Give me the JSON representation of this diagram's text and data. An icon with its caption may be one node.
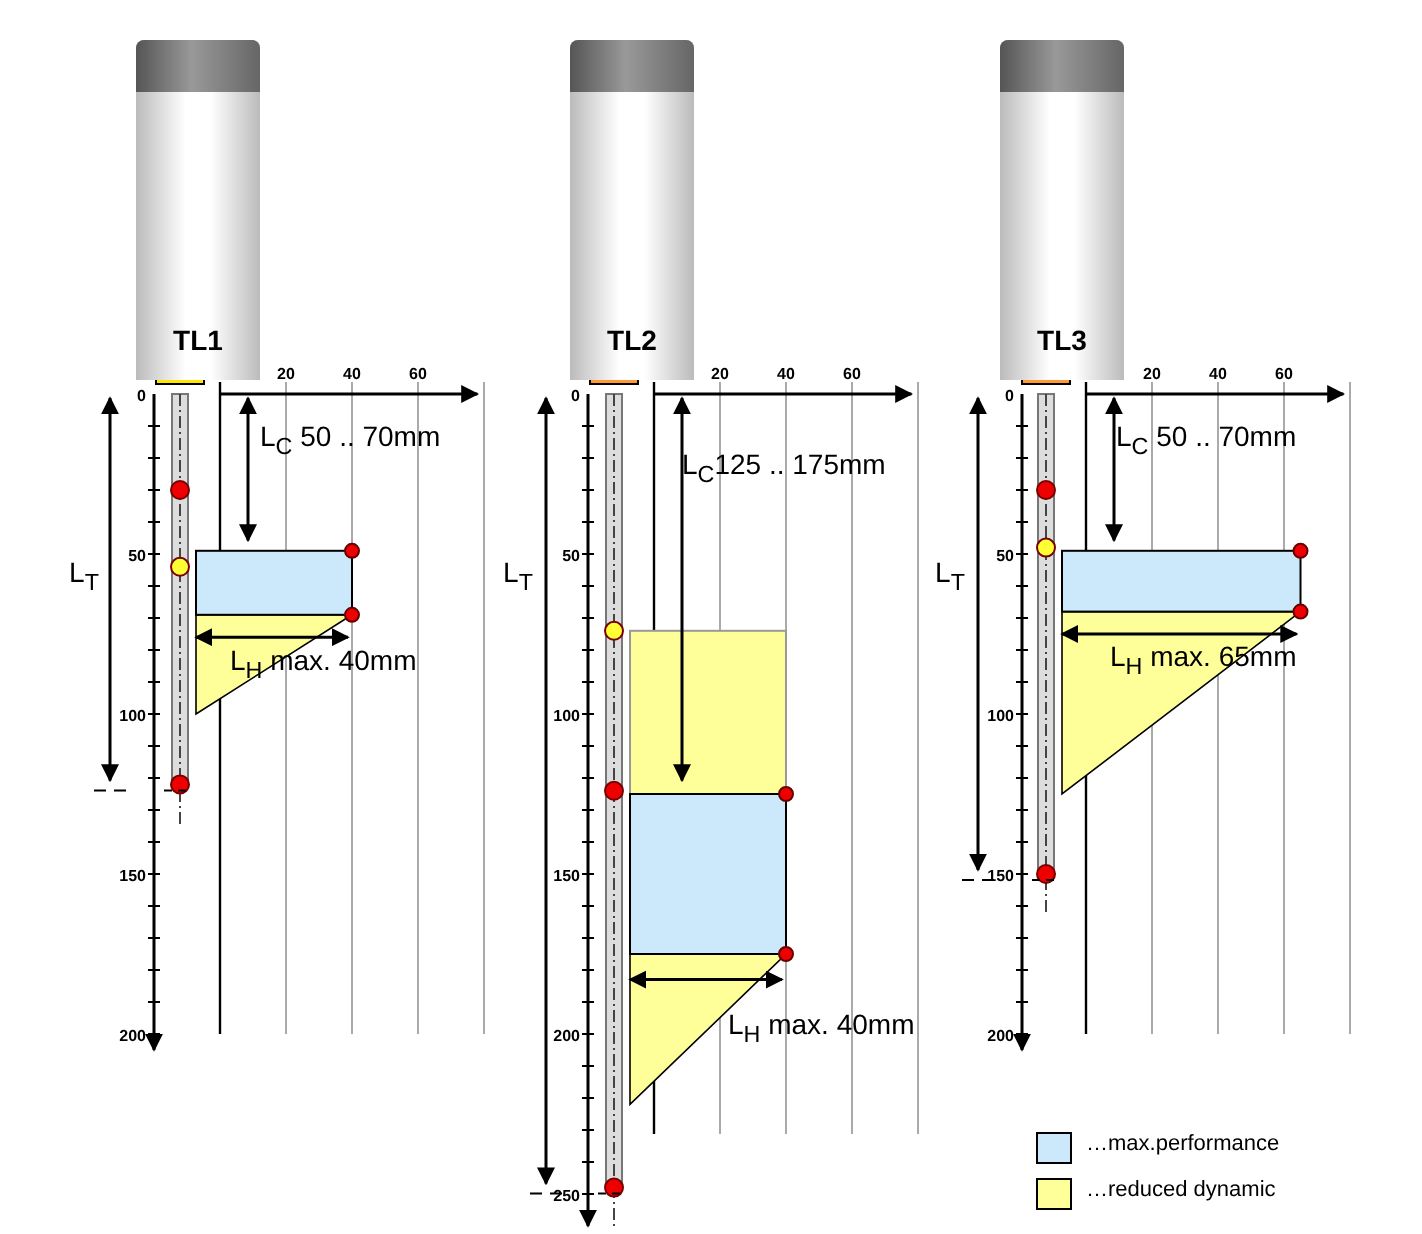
{
  "diagram": {
    "nodes": [
      {
        "text": [
          "TL1"
        ]
      },
      {
        "text": [
          "TL2"
        ]
      },
      {
        "text": [
          "TL3"
        ]
      }
    ],
    "labels": [
      "20",
      "40",
      "60",
      "0",
      "50",
      "100",
      "150",
      "200",
      "L$_{C}$ 50 .. 70mm",
      "L$_{T}$",
      "L$_{H}$ max. 40mm",
      "20",
      "40",
      "60",
      "0",
      "50",
      "100",
      "150",
      "200",
      "250",
      "L$_{C}$125 .. 175mm",
      "L$_{T}$",
      "L$_{H}$ max. 40mm",
      "20",
      "40",
      "60",
      "0",
      "50",
      "100",
      "150",
      "200",
      "L$_{C}$ 50 .. 70mm",
      "L$_{T}$",
      "L$_{H}$ max. 65mm"
    ],
    "legend": [
      {
        "text": "…max.performance",
        "color": "#cce9fb"
      },
      {
        "text": "…reduced dynamic",
        "color": "#ffff99"
      }
    ]
  }
}
